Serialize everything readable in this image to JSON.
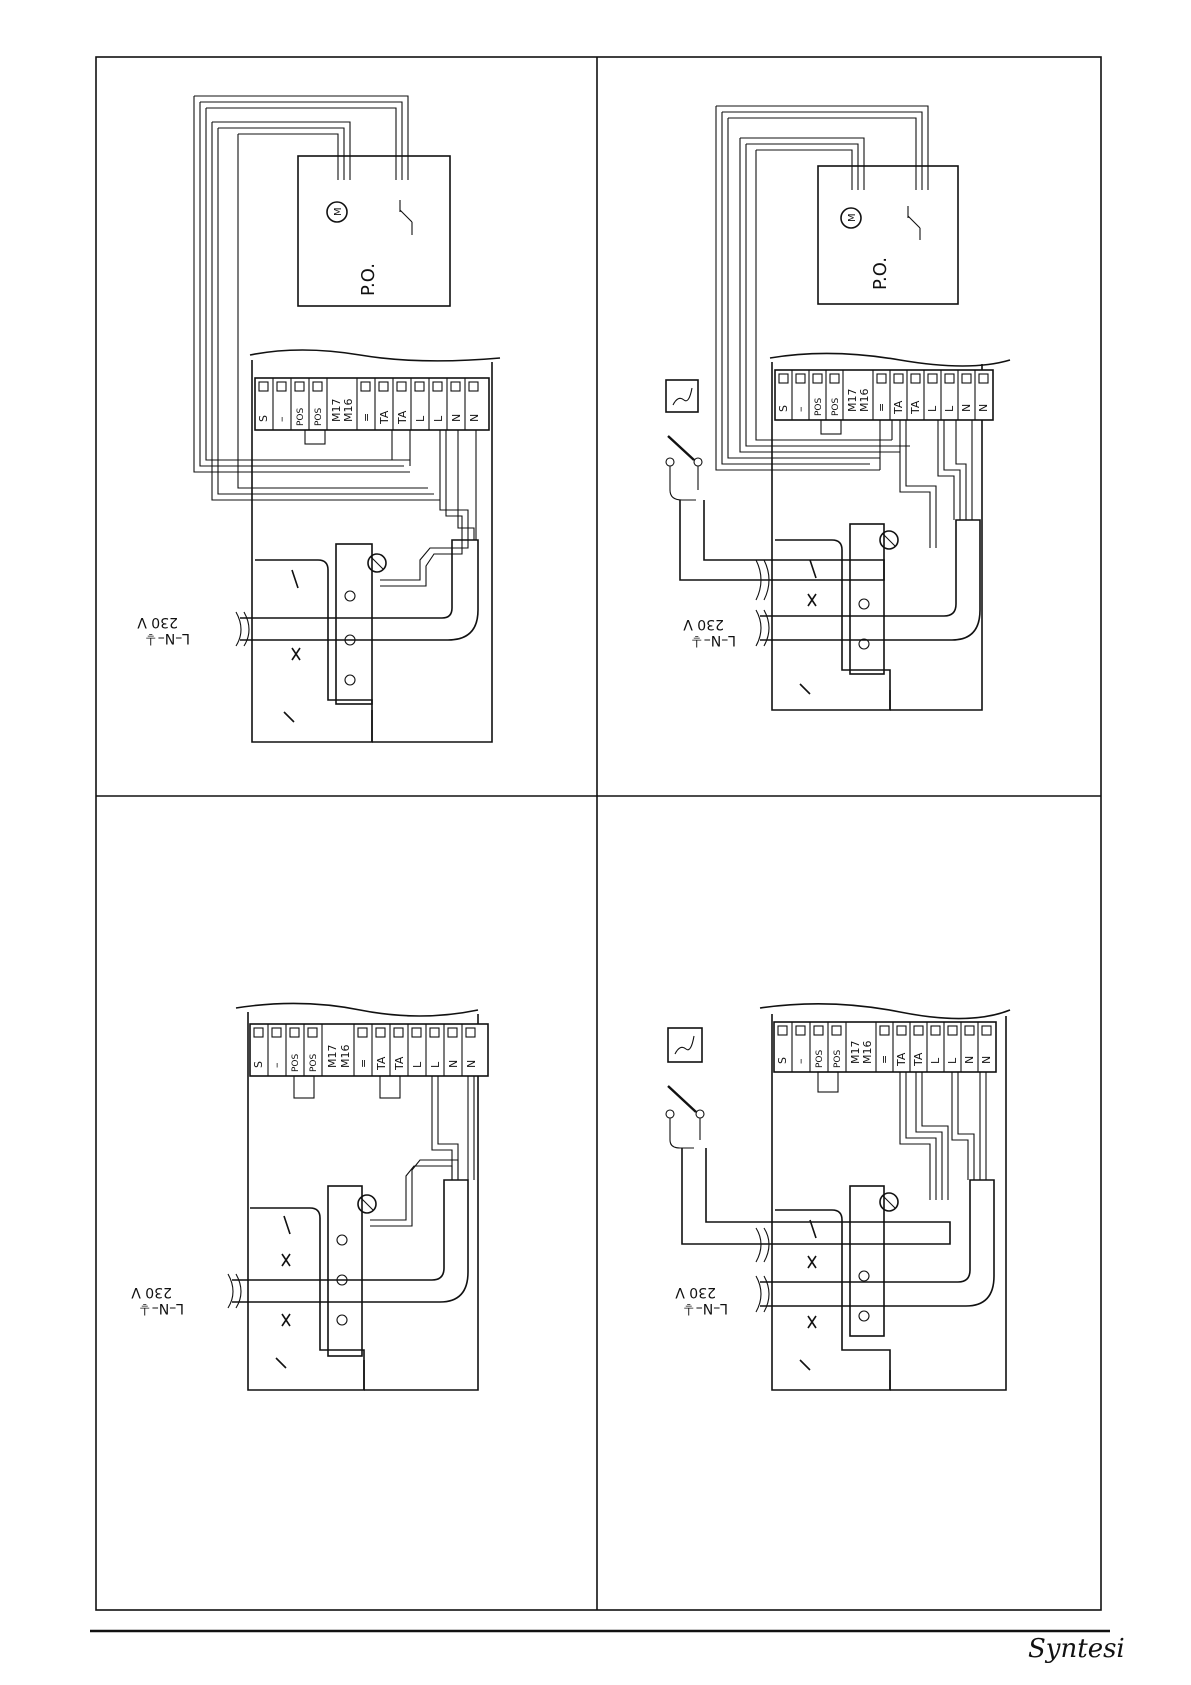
{
  "terminals": [
    "S",
    "–",
    "POS",
    "POS",
    "M17",
    "M16",
    "=",
    "TA",
    "TA",
    "L",
    "L",
    "N",
    "N"
  ],
  "supply": {
    "voltage": "230 V",
    "conductors": "L–N–⏚"
  },
  "actuator": {
    "label": "P.O.",
    "motor": "M"
  },
  "brand": "Syntesi"
}
